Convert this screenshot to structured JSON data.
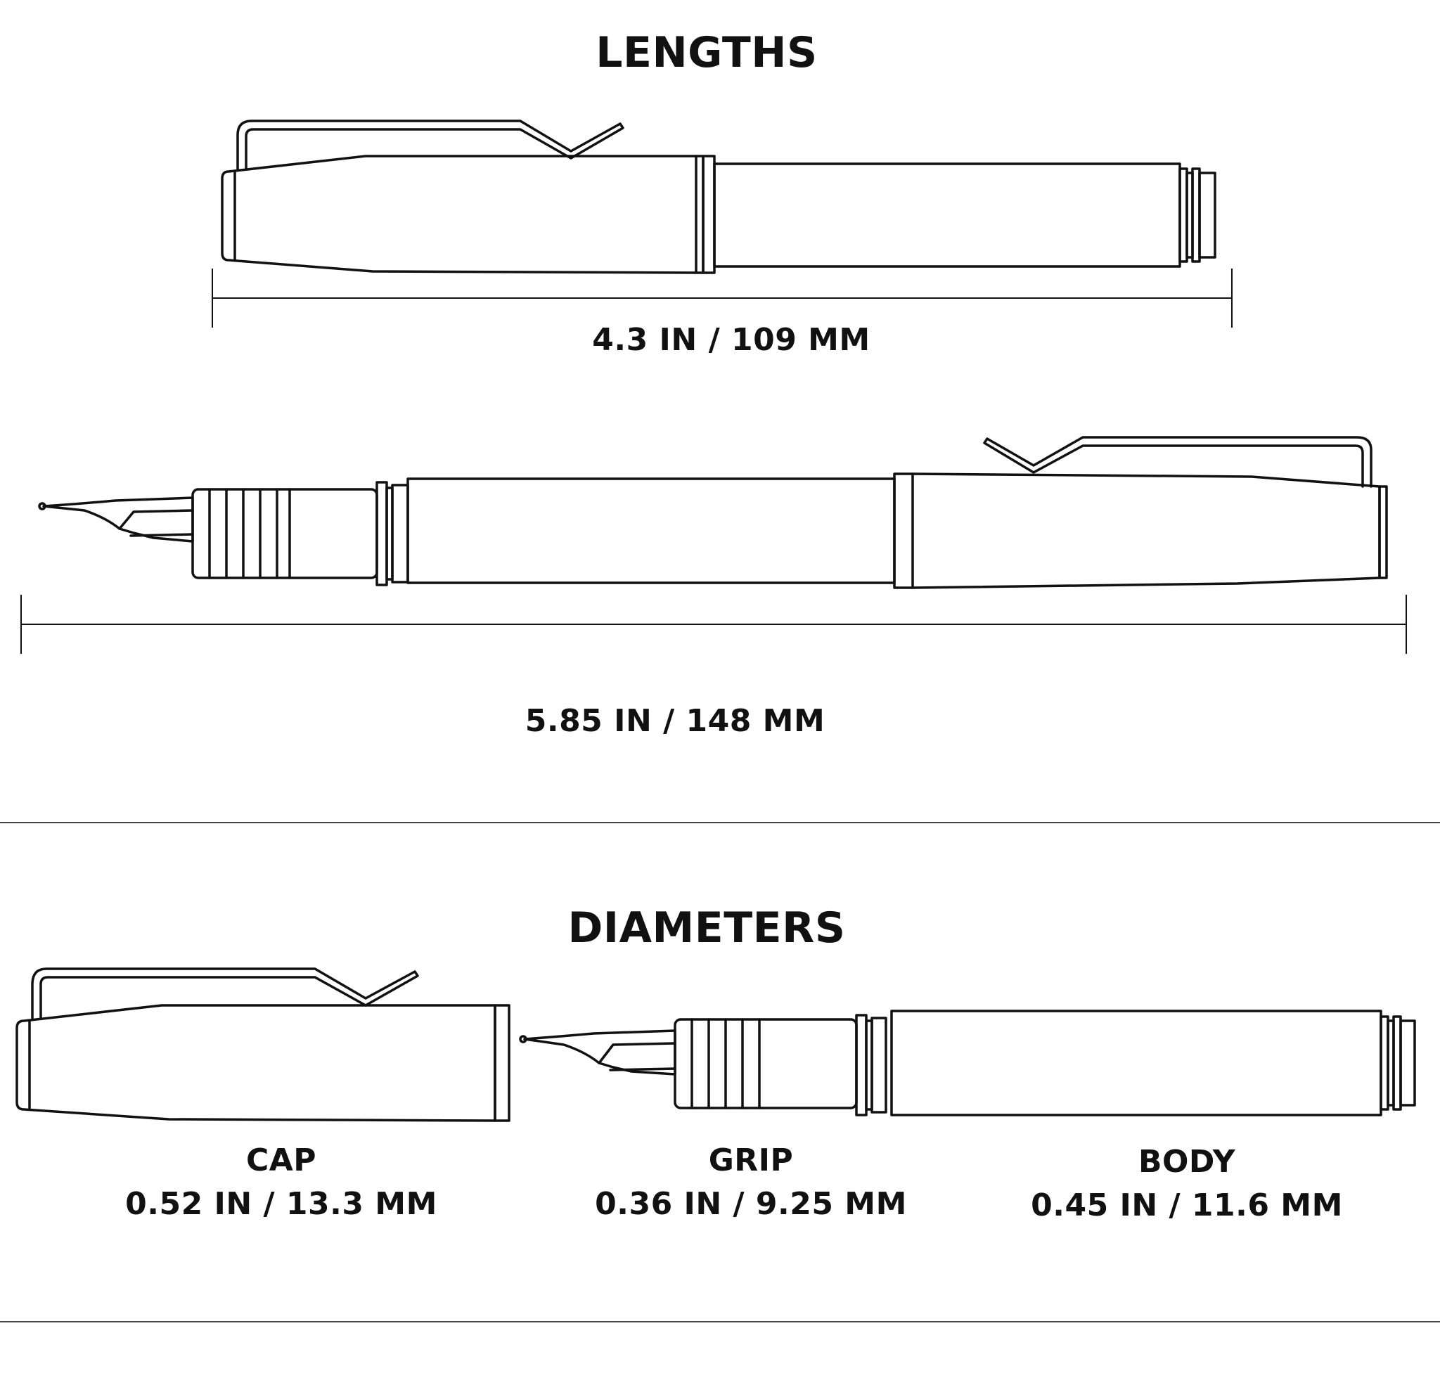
{
  "sections": {
    "lengths": {
      "title": "LENGTHS",
      "capped": "4.3 IN / 109 MM",
      "posted": "5.85 IN / 148 MM"
    },
    "diameters": {
      "title": "DIAMETERS",
      "parts": [
        {
          "name": "CAP",
          "value": "0.52 IN / 13.3 MM"
        },
        {
          "name": "GRIP",
          "value": "0.36 IN / 9.25 MM"
        },
        {
          "name": "BODY",
          "value": "0.45 IN / 11.6 MM"
        }
      ]
    }
  },
  "colors": {
    "line": "#111111",
    "divider": "#444444",
    "background": "#ffffff"
  }
}
